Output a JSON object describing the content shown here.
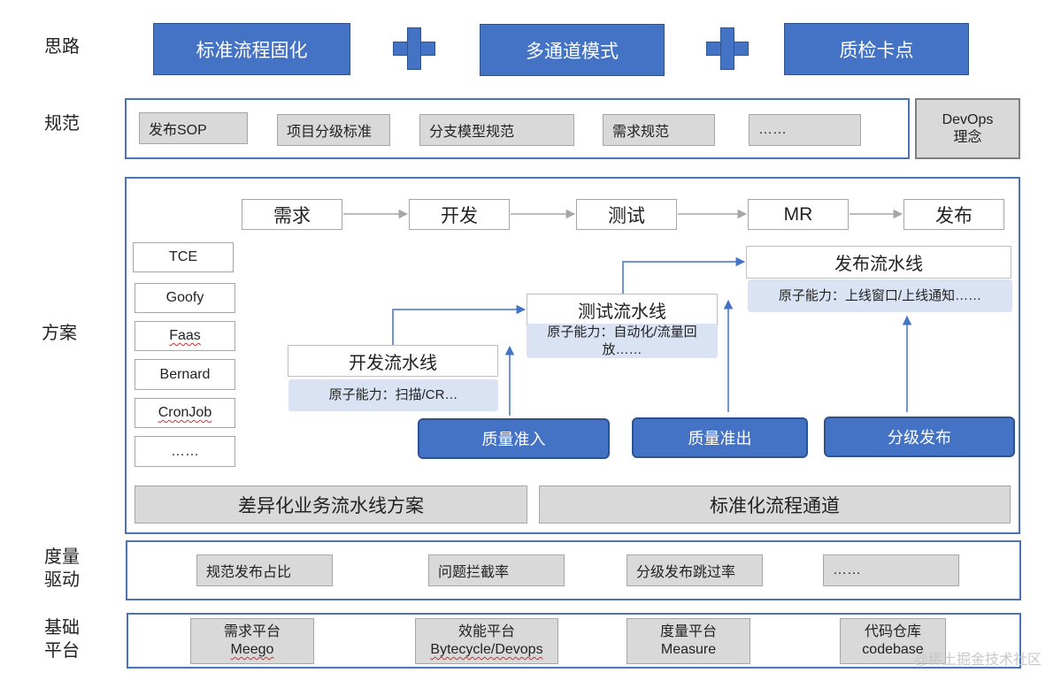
{
  "rows": {
    "thinking": "思路",
    "norms": "规范",
    "solution": "方案",
    "metrics": "度量\n驱动",
    "base": "基础\n平台"
  },
  "thinking": {
    "box1": "标准流程固化",
    "box2": "多通道模式",
    "box3": "质检卡点"
  },
  "norms": {
    "items": [
      "发布SOP",
      "项目分级标准",
      "分支模型规范",
      "需求规范",
      "……"
    ],
    "devops": "DevOps\n理念"
  },
  "solution": {
    "stages": [
      "需求",
      "开发",
      "测试",
      "MR",
      "发布"
    ],
    "tools": [
      "TCE",
      "Goofy",
      "Faas",
      "Bernard",
      "CronJob",
      "……"
    ],
    "dev_pipeline": "开发流水线",
    "dev_note": "原子能力：扫描/CR…",
    "test_pipeline": "测试流水线",
    "test_note": "原子能力：自动化/流量回\n放……",
    "release_pipeline": "发布流水线",
    "release_note": "原子能力：上线窗口/上线通知……",
    "gate_in": "质量准入",
    "gate_out": "质量准出",
    "gate_graded": "分级发布",
    "bar_left": "差异化业务流水线方案",
    "bar_right": "标准化流程通道"
  },
  "metrics": {
    "items": [
      "规范发布占比",
      "问题拦截率",
      "分级发布跳过率",
      "……"
    ]
  },
  "platforms": [
    {
      "name": "需求平台",
      "sub": "Meego"
    },
    {
      "name": "效能平台",
      "sub": "Bytecycle/Devops"
    },
    {
      "name": "度量平台",
      "sub": "Measure"
    },
    {
      "name": "代码仓库",
      "sub": "codebase"
    }
  ],
  "watermark": "@稀土掘金技术社区",
  "colors": {
    "accent": "#4472c4",
    "frame": "#4a73b8",
    "gray": "#d9d9d9",
    "note": "#dae3f3"
  }
}
